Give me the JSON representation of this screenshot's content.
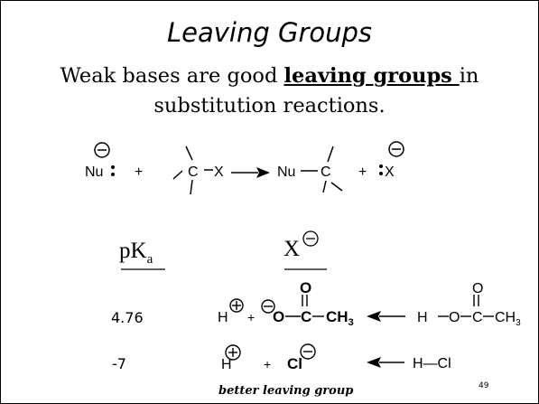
{
  "slide": {
    "title": "Leaving Groups",
    "subtitle": {
      "before": "Weak bases are good ",
      "emphasis": "leaving groups ",
      "after": "in substitution reactions."
    },
    "mechanism": {
      "nucleophile": "Nu",
      "plus": "+",
      "carbon": "C",
      "leaving_atom": "X",
      "product_nu": "Nu"
    },
    "table": {
      "pka_header_main": "pK",
      "pka_header_sub": "a",
      "anion_header": "X",
      "rows": [
        {
          "pka": "4.76",
          "anion_h": "H",
          "anion_o": "O",
          "anion_c": "C",
          "anion_carbonyl_o": "O",
          "anion_ch3": "CH",
          "anion_ch3_sub": "3",
          "acid_h": "H",
          "acid_o": "O",
          "acid_c": "C",
          "acid_carbonyl_o": "O",
          "acid_ch3": "CH",
          "acid_ch3_sub": "3"
        },
        {
          "pka": "-7",
          "anion_h": "H",
          "anion_cl": "Cl",
          "acid": "H—Cl"
        }
      ]
    },
    "footer": "better leaving group",
    "page_number": "49",
    "colors": {
      "text": "#000000",
      "background": "#ffffff"
    }
  }
}
